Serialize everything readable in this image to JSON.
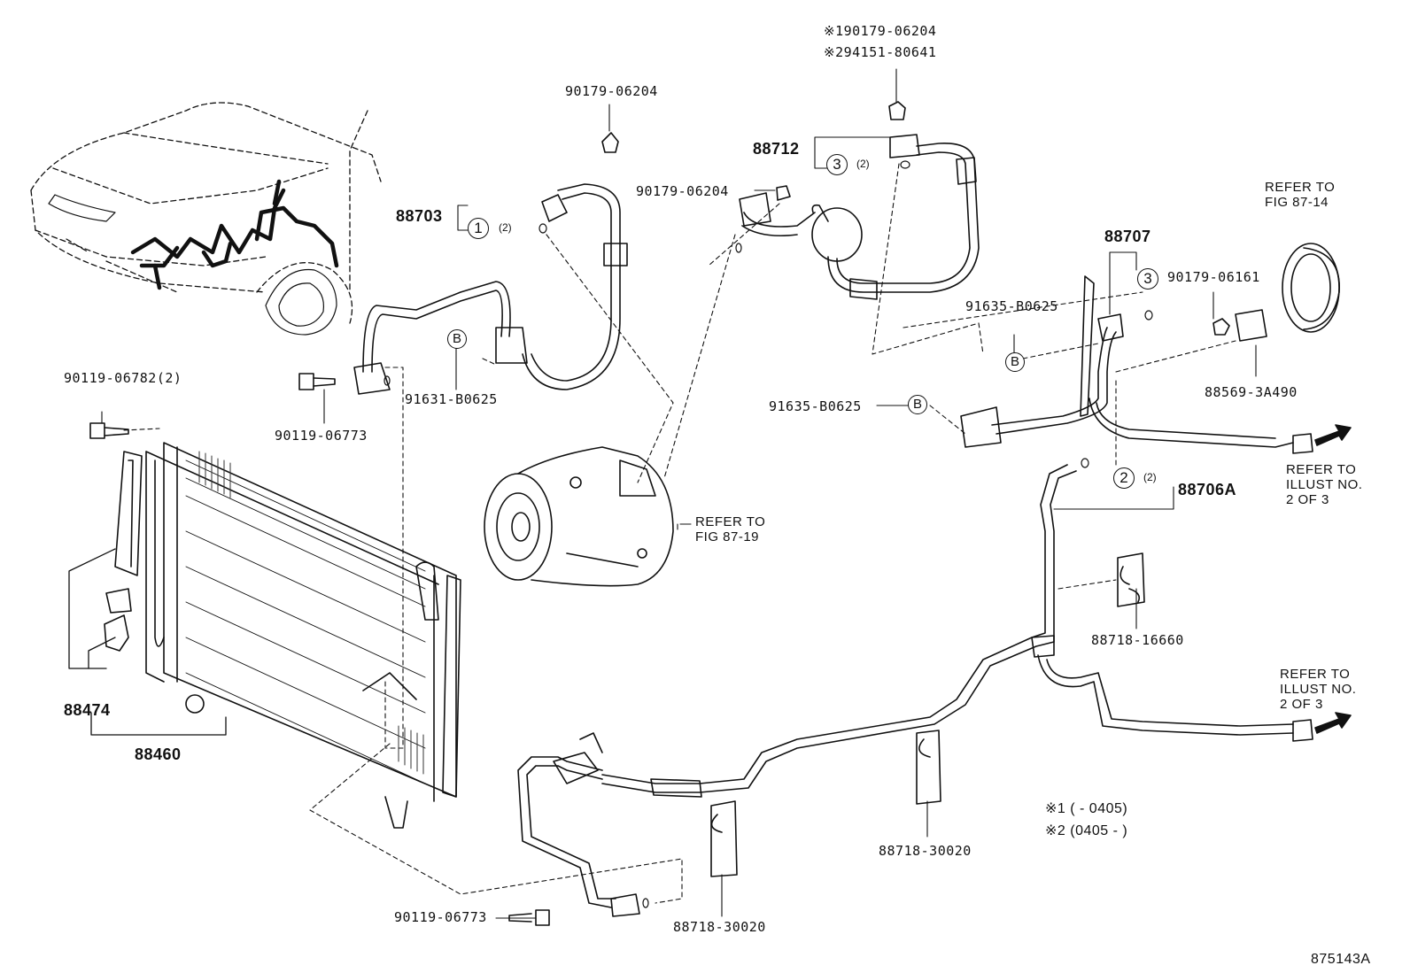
{
  "labels": {
    "p190179": "※190179-06204",
    "p294151": "※294151-80641",
    "p90179a": "90179-06204",
    "p90179b": "90179-06204",
    "p88712": "88712",
    "p88703": "88703",
    "p88707": "88707",
    "p90179c": "90179-06161",
    "p91635a": "91635-B0625",
    "p91635b": "91635-B0625",
    "p88569": "88569-3A490",
    "p90119a": "90119-06782(2)",
    "p90119b": "90119-06773",
    "p91631": "91631-B0625",
    "p88706A": "88706A",
    "p88718a": "88718-16660",
    "p88474": "88474",
    "p88460": "88460",
    "p88718b": "88718-30020",
    "p90119c": "90119-06773",
    "p88718c": "88718-30020",
    "diagram_id": "875143A"
  },
  "callouts": {
    "c1": "1",
    "c2": "2",
    "c3a": "3",
    "c3b": "3",
    "qty2a": "(2)",
    "qty2b": "(2)",
    "qty2c": "(2)",
    "ba": "B",
    "bb": "B",
    "bc": "B"
  },
  "refs": {
    "fig8714": "REFER TO\nFIG 87-14",
    "fig8719": "REFER TO\nFIG 87-19",
    "illust_a": "REFER TO\nILLUST NO.\n2 OF 3",
    "illust_b": "REFER TO\nILLUST NO.\n2 OF 3"
  },
  "notes": {
    "n1": "※1 (        -  0405)",
    "n2": "※2 (0405 -         )"
  }
}
